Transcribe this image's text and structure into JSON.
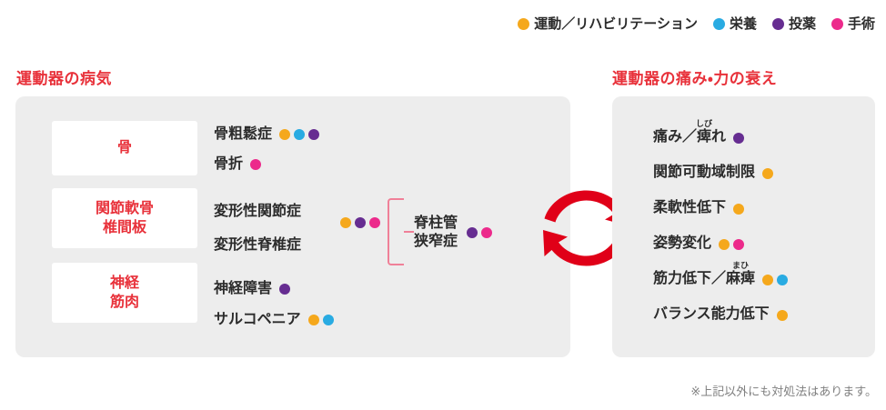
{
  "colors": {
    "exercise": "#F5A81C",
    "nutrition": "#29ABE2",
    "medication": "#662D91",
    "surgery": "#EC2A8B",
    "heading_red": "#E8313A",
    "panel_bg": "#EDEDED",
    "bracket_pink": "#F08098",
    "arrow_red": "#E00018",
    "footnote_gray": "#808080"
  },
  "legend": {
    "items": [
      {
        "label": "運動／リハビリテーション",
        "color_key": "exercise",
        "icon": "legend-dot-icon"
      },
      {
        "label": "栄養",
        "color_key": "nutrition",
        "icon": "legend-dot-icon"
      },
      {
        "label": "投薬",
        "color_key": "medication",
        "icon": "legend-dot-icon"
      },
      {
        "label": "手術",
        "color_key": "surgery",
        "icon": "legend-dot-icon"
      }
    ]
  },
  "left_section": {
    "title": "運動器の病気",
    "categories": [
      {
        "lines": [
          "骨"
        ]
      },
      {
        "lines": [
          "関節軟骨",
          "椎間板"
        ]
      },
      {
        "lines": [
          "神経",
          "筋肉"
        ]
      }
    ],
    "diseases": [
      {
        "label": "骨粗鬆症",
        "dots": [
          "exercise",
          "nutrition",
          "medication"
        ]
      },
      {
        "label": "骨折",
        "dots": [
          "surgery"
        ]
      },
      {
        "label": "変形性関節症",
        "dots": []
      },
      {
        "label": "変形性脊椎症",
        "dots": []
      },
      {
        "label": "神経障害",
        "dots": [
          "medication"
        ]
      },
      {
        "label": "サルコペニア",
        "dots": [
          "exercise",
          "nutrition"
        ]
      }
    ],
    "pair_dots": [
      "exercise",
      "medication",
      "surgery"
    ],
    "combined": {
      "lines": [
        "脊柱管",
        "狭窄症"
      ],
      "dots": [
        "medication",
        "surgery"
      ]
    }
  },
  "center": {
    "icon": "cycle-arrows-icon"
  },
  "right_section": {
    "title": "運動器の痛み・力の衰え",
    "symptoms": [
      {
        "pre": "痛み／",
        "ruby_base": "痺",
        "ruby_text": "しび",
        "post": "れ",
        "dots": [
          "medication"
        ]
      },
      {
        "pre": "関節可動域制限",
        "ruby_base": "",
        "ruby_text": "",
        "post": "",
        "dots": [
          "exercise"
        ]
      },
      {
        "pre": "柔軟性低下",
        "ruby_base": "",
        "ruby_text": "",
        "post": "",
        "dots": [
          "exercise"
        ]
      },
      {
        "pre": "姿勢変化",
        "ruby_base": "",
        "ruby_text": "",
        "post": "",
        "dots": [
          "exercise",
          "surgery"
        ]
      },
      {
        "pre": "筋力低下／",
        "ruby_base": "麻痺",
        "ruby_text": "まひ",
        "post": "",
        "dots": [
          "exercise",
          "nutrition"
        ]
      },
      {
        "pre": "バランス能力低下",
        "ruby_base": "",
        "ruby_text": "",
        "post": "",
        "dots": [
          "exercise"
        ]
      }
    ]
  },
  "footnote": {
    "text": "※上記以外にも対処法はあります。"
  }
}
